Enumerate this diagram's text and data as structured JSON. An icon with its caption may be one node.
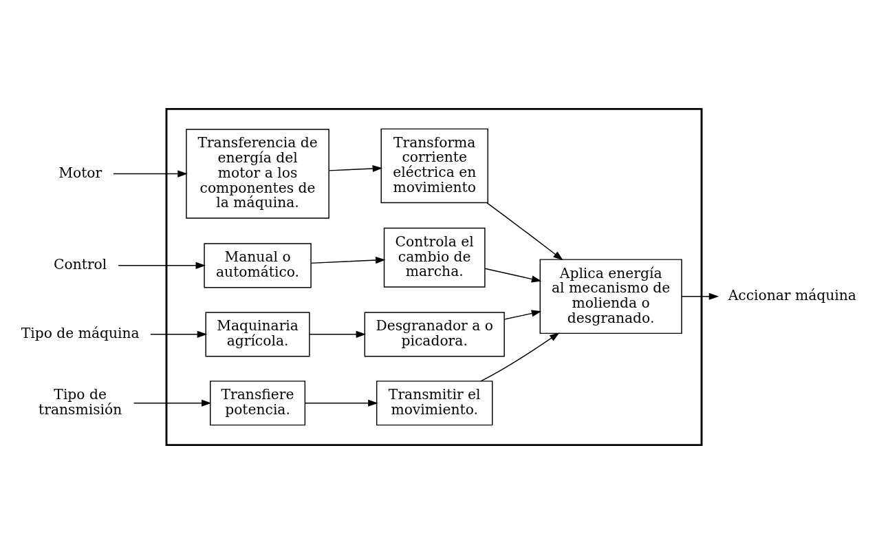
{
  "diagram": {
    "nodes": [
      {
        "text": [],
        "shape": "box"
      },
      {
        "text": [
          "Motor"
        ]
      },
      {
        "text": [
          "Transferencia de energía del motor a los componentes de la máquina."
        ],
        "in": 0
      },
      {
        "text": [
          "Transforma corriente eléctrica en movimiento"
        ],
        "in": 0
      },
      {
        "text": [
          "Control"
        ]
      },
      {
        "text": [
          "Manual o automático."
        ],
        "in": 0
      },
      {
        "text": [
          "Controla el cambio de marcha."
        ],
        "in": 0
      },
      {
        "text": [
          "Aplica energía al mecanismo de molienda o desgranado."
        ],
        "in": 0
      },
      {
        "text": [
          "Accionar máquina"
        ]
      },
      {
        "text": [
          "Tipo de máquina"
        ]
      },
      {
        "text": [
          "Maquinaria agrícola."
        ],
        "in": 0
      },
      {
        "text": [
          "Desgranador a o picadora."
        ],
        "in": 0
      },
      {
        "text": [
          "Tipo de transmisión"
        ]
      },
      {
        "text": [
          "Transfiere potencia."
        ],
        "in": 0
      },
      {
        "text": [
          "Transmitir el movimiento."
        ],
        "in": 0
      }
    ],
    "edges": [
      {
        "from": 1,
        "to": 2,
        "arrow": "to"
      },
      {
        "from": 2,
        "to": 3,
        "arrow": "to"
      },
      {
        "from": 3,
        "to": 7,
        "arrow": "to"
      },
      {
        "from": 4,
        "to": 5,
        "arrow": "to"
      },
      {
        "from": 5,
        "to": 6,
        "arrow": "to"
      },
      {
        "from": 6,
        "to": 7,
        "arrow": "to"
      },
      {
        "from": 7,
        "to": 8,
        "arrow": "to"
      },
      {
        "from": 9,
        "to": 10,
        "arrow": "to"
      },
      {
        "from": 10,
        "to": 11,
        "arrow": "to"
      },
      {
        "from": 11,
        "to": 7,
        "arrow": "to"
      },
      {
        "from": 12,
        "to": 13,
        "arrow": "to"
      },
      {
        "from": 13,
        "to": 14,
        "arrow": "to"
      },
      {
        "from": 14,
        "to": 7,
        "arrow": "to"
      }
    ]
  }
}
